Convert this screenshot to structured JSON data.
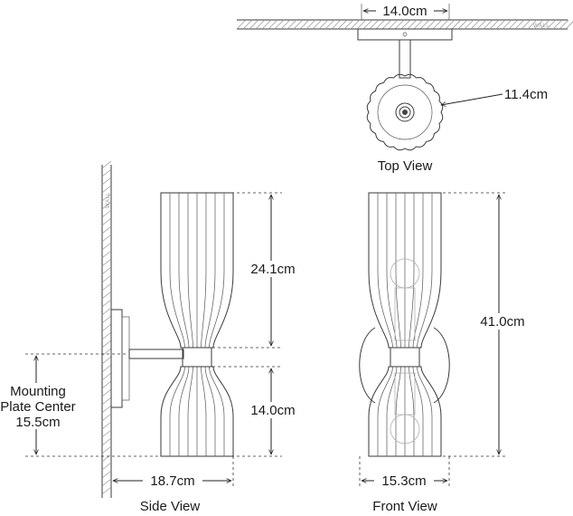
{
  "views": {
    "top": "Top View",
    "side": "Side View",
    "front": "Front View"
  },
  "wall_label": "WALL",
  "dimensions": {
    "top_width": "14.0cm",
    "top_depth": "11.4cm",
    "upper_shade_height": "24.1cm",
    "lower_shade_height": "14.0cm",
    "overall_height": "41.0cm",
    "side_extension": "18.7cm",
    "front_width": "15.3cm"
  },
  "mounting": {
    "line1": "Mounting",
    "line2": "Plate Center",
    "line3": "15.5cm"
  }
}
